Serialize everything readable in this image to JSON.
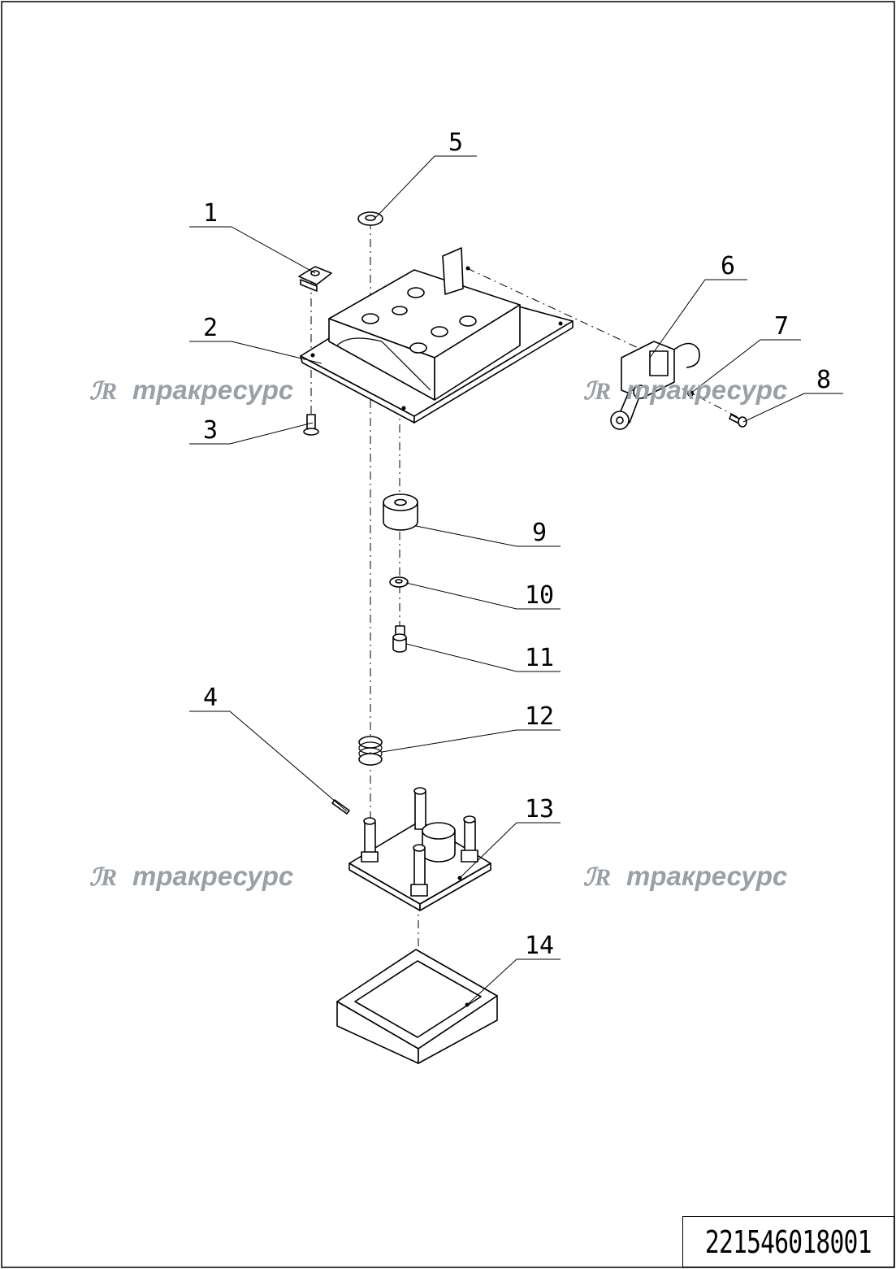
{
  "drawing_number": "221546018001",
  "watermark": {
    "logo": "ℐR",
    "text": "тракресурс"
  },
  "callouts": [
    "1",
    "2",
    "3",
    "4",
    "5",
    "6",
    "7",
    "8",
    "9",
    "10",
    "11",
    "12",
    "13",
    "14"
  ],
  "colors": {
    "line": "#000000",
    "watermark": "#9aa0a6",
    "background": "#ffffff"
  }
}
